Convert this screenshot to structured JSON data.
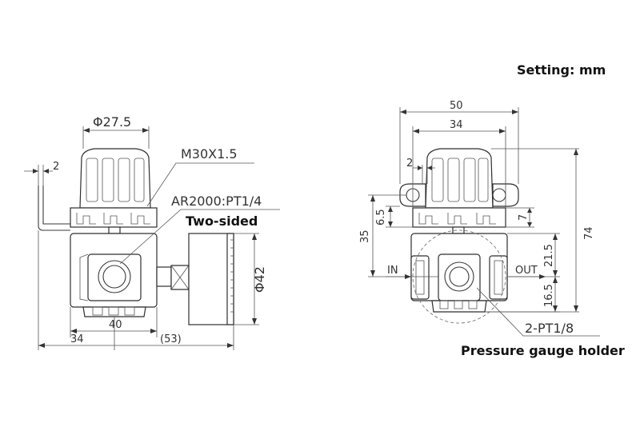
{
  "setting_label": "Setting: mm",
  "left_view": {
    "knob_diameter": "Φ27.5",
    "thread": "M30X1.5",
    "offset": "2",
    "port": "AR2000:PT1/4",
    "two_sided": "Two-sided",
    "gauge_diameter": "Φ42",
    "body_width": "40",
    "total_width": "34",
    "gauge_extent": "(53)"
  },
  "right_view": {
    "width_50": "50",
    "width_34": "34",
    "offset_2": "2",
    "dim_6_5": "6.5",
    "dim_7": "7",
    "dim_35": "35",
    "dim_74": "74",
    "dim_21_5": "21.5",
    "dim_16_5": "16.5",
    "in_label": "IN",
    "out_label": "OUT",
    "gauge_port": "2-PT1/8",
    "gauge_holder": "Pressure gauge holder"
  }
}
